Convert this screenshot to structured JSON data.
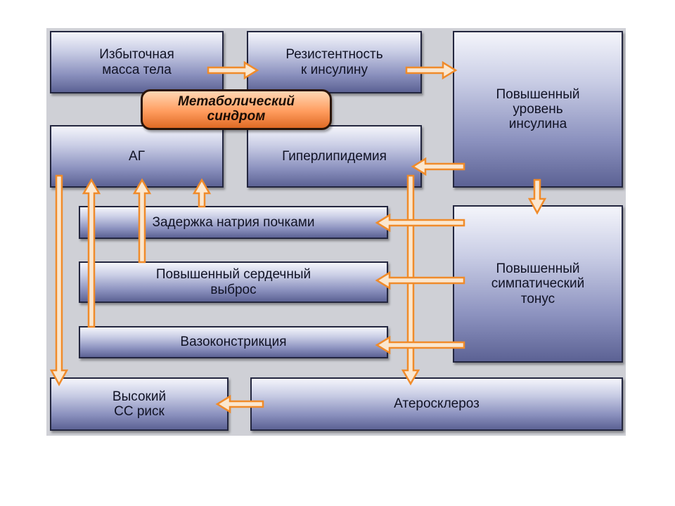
{
  "diagram": {
    "center_label": "Метаболический\nсиндром",
    "boxes": {
      "excess_weight": "Избыточная\nмасса тела",
      "insulin_resistance": "Резистентность\nк инсулину",
      "high_insulin": "Повышенный\nуровень\nинсулина",
      "ag": "АГ",
      "hyperlipidemia": "Гиперлипидемия",
      "sodium_retention": "Задержка натрия почками",
      "cardiac_output": "Повышенный сердечный\nвыброс",
      "sympathetic_tone": "Повышенный\nсимпатический\nтонус",
      "vasoconstriction": "Вазоконстрикция",
      "high_cv_risk": "Высокий\nСС риск",
      "atherosclerosis": "Атеросклероз"
    },
    "colors": {
      "box_fill_dark": "#5c6294",
      "box_fill_light": "#f4f5fb",
      "arrow_stroke": "#f08b2a",
      "arrow_fill": "#fbe7cf",
      "center_fill": "#ff9c5e"
    }
  }
}
